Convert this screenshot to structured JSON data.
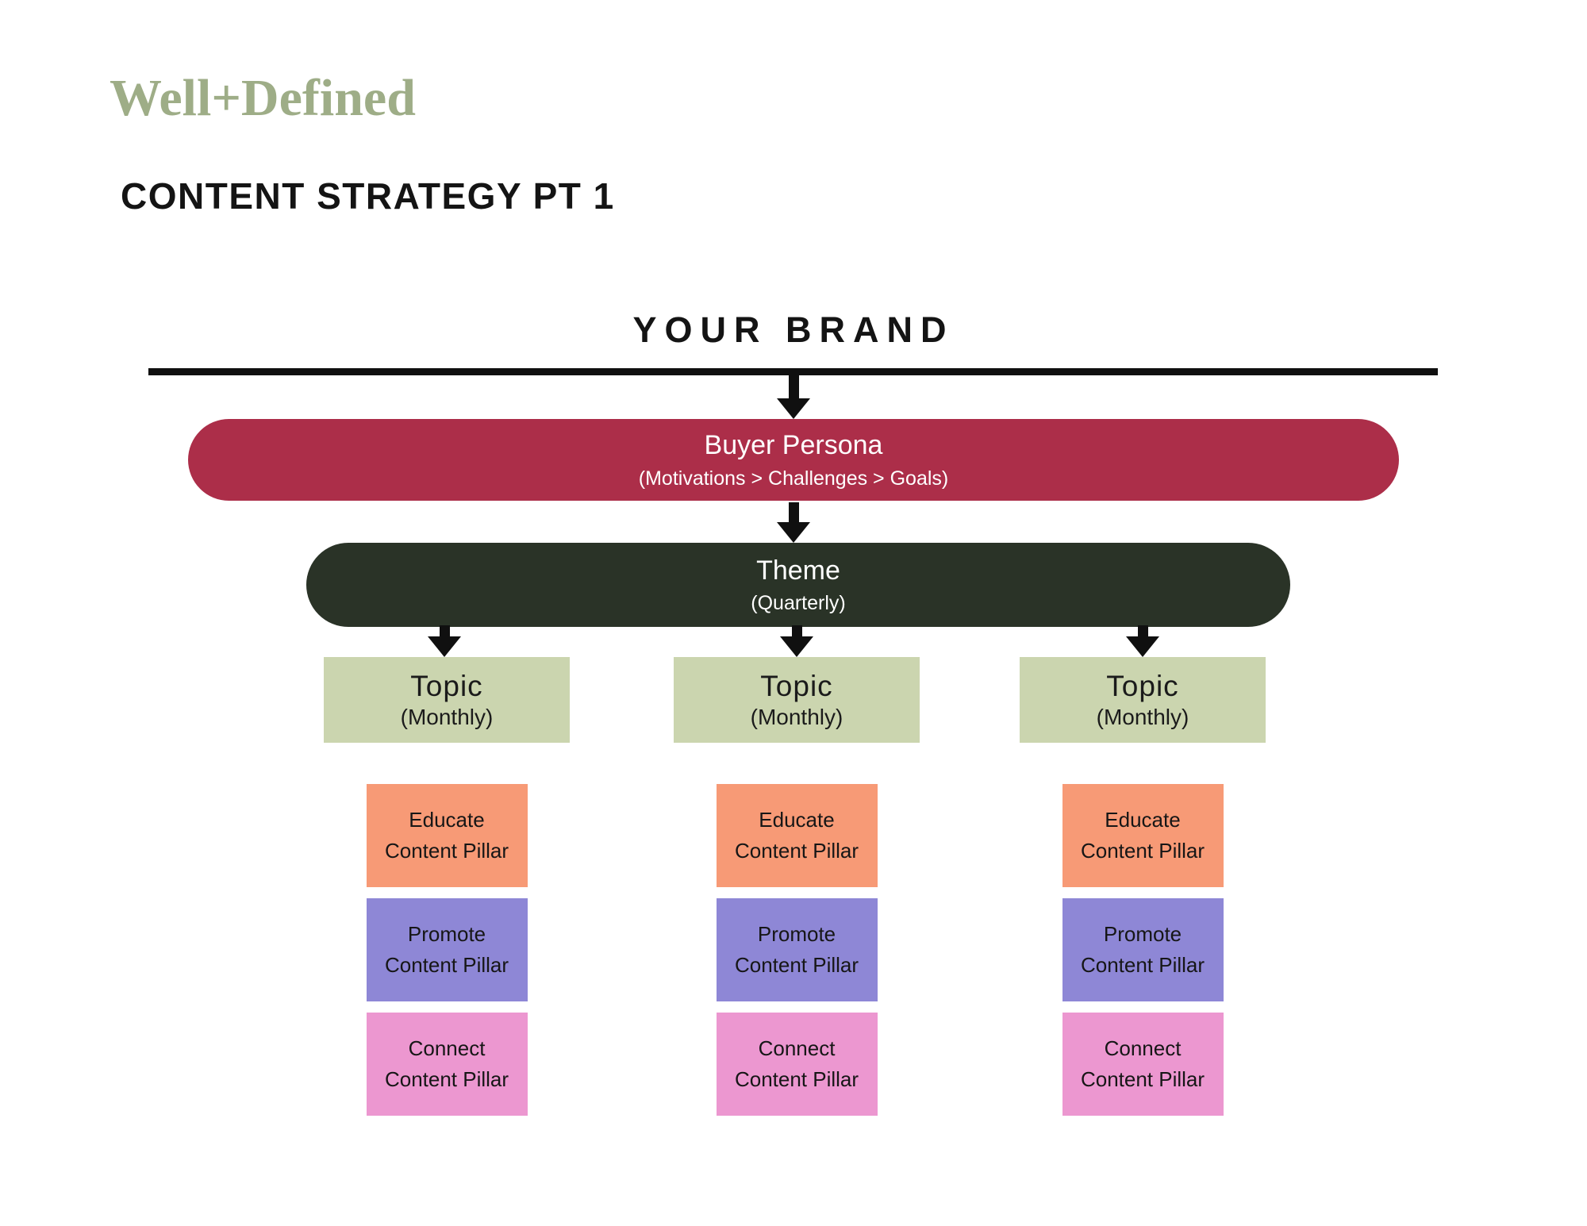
{
  "header": {
    "logo": "Well+Defined",
    "title": "CONTENT STRATEGY PT 1"
  },
  "diagram": {
    "brand_label": "YOUR BRAND",
    "persona": {
      "title": "Buyer Persona",
      "subtitle": "(Motivations > Challenges > Goals)"
    },
    "theme": {
      "title": "Theme",
      "subtitle": "(Quarterly)"
    },
    "columns": [
      {
        "topic": {
          "title": "Topic",
          "subtitle": "(Monthly)"
        },
        "pillars": [
          {
            "line1": "Educate",
            "line2": "Content Pillar"
          },
          {
            "line1": "Promote",
            "line2": "Content Pillar"
          },
          {
            "line1": "Connect",
            "line2": "Content Pillar"
          }
        ]
      },
      {
        "topic": {
          "title": "Topic",
          "subtitle": "(Monthly)"
        },
        "pillars": [
          {
            "line1": "Educate",
            "line2": "Content Pillar"
          },
          {
            "line1": "Promote",
            "line2": "Content Pillar"
          },
          {
            "line1": "Connect",
            "line2": "Content Pillar"
          }
        ]
      },
      {
        "topic": {
          "title": "Topic",
          "subtitle": "(Monthly)"
        },
        "pillars": [
          {
            "line1": "Educate",
            "line2": "Content Pillar"
          },
          {
            "line1": "Promote",
            "line2": "Content Pillar"
          },
          {
            "line1": "Connect",
            "line2": "Content Pillar"
          }
        ]
      }
    ],
    "colors": {
      "logo": "#9ead87",
      "persona": "#ac2e49",
      "theme": "#2a3327",
      "topic": "#cbd5af",
      "educate": "#f79a76",
      "promote": "#8e87d6",
      "connect": "#ec97d0",
      "arrow": "#101010"
    }
  }
}
